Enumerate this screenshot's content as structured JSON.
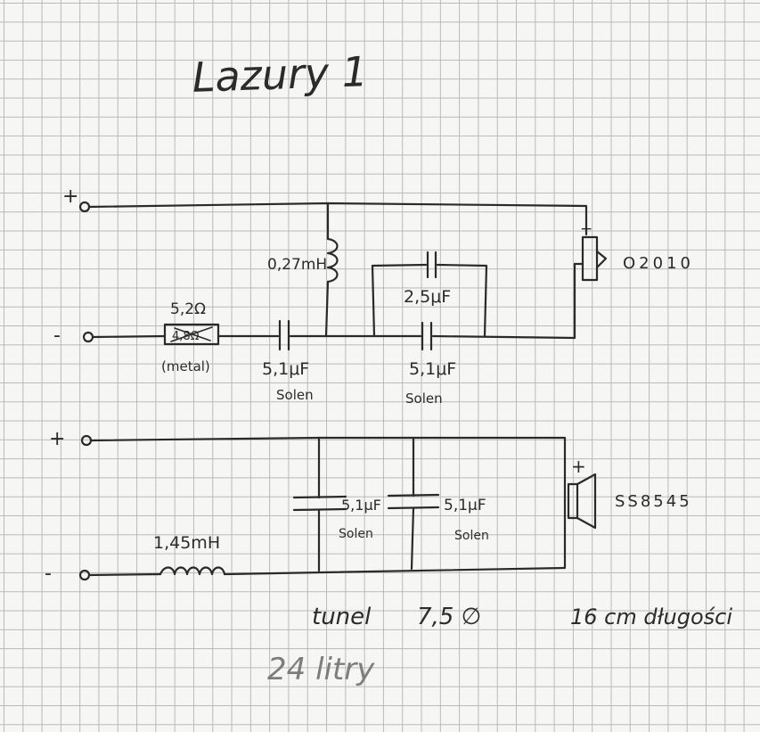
{
  "title": "Lazury 1",
  "tweeter_section": {
    "plus_terminal": "+",
    "minus_terminal": "-",
    "resistor_value": "5,2Ω",
    "resistor_crossed_value": "4,8Ω",
    "resistor_type": "(metal)",
    "series_cap_1_value": "5,1μF",
    "series_cap_1_type": "Solen",
    "inductor_value": "0,27mH",
    "parallel_cap_value": "2,5μF",
    "series_cap_2_value": "5,1μF",
    "series_cap_2_type": "Solen",
    "speaker_polarity": "+",
    "speaker_model": "O2010"
  },
  "woofer_section": {
    "plus_terminal": "+",
    "minus_terminal": "-",
    "inductor_value": "1,45mH",
    "cap_1_value": "5,1μF",
    "cap_1_type": "Solen",
    "cap_2_value": "5,1μF",
    "cap_2_type": "Solen",
    "speaker_polarity": "+",
    "speaker_model": "SS8545"
  },
  "tunnel_note": {
    "label": "tunel",
    "diameter": "7,5 ∅",
    "length": "16 cm długości"
  },
  "footer_note": "24 litry"
}
